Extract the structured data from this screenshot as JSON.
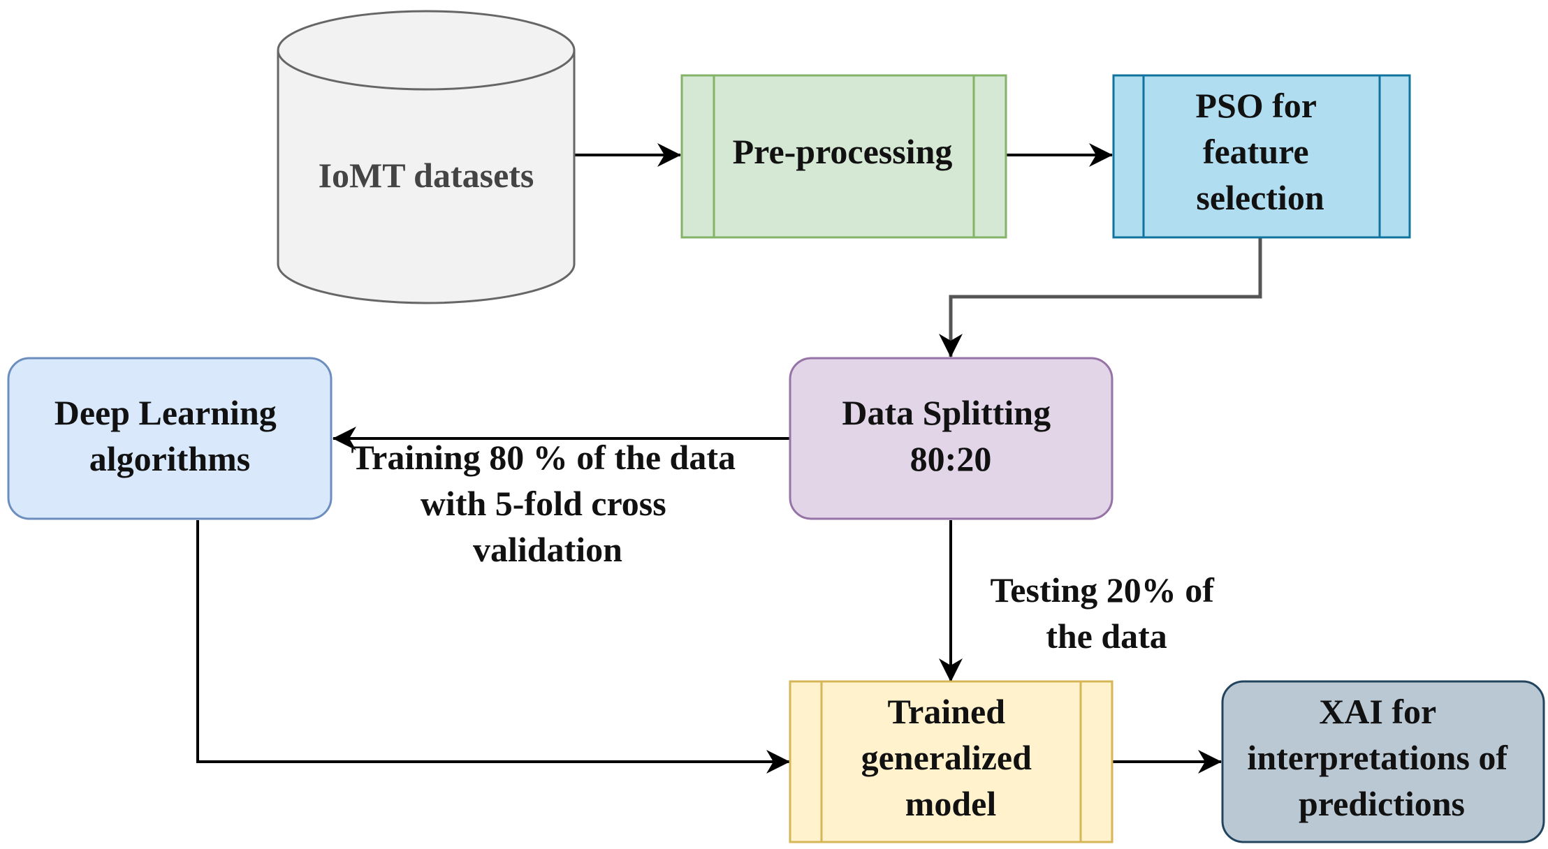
{
  "nodes": {
    "datasets": {
      "label": "IoMT datasets"
    },
    "preprocessing": {
      "label": "Pre-processing"
    },
    "pso": {
      "lines": [
        "PSO for",
        "feature",
        "selection"
      ]
    },
    "splitting": {
      "lines": [
        "Data Splitting",
        "80:20"
      ]
    },
    "deep_learning": {
      "lines": [
        "Deep Learning",
        "algorithms"
      ]
    },
    "trained_model": {
      "lines": [
        "Trained",
        "generalized",
        "model"
      ]
    },
    "xai": {
      "lines": [
        "XAI for",
        "interpretations of",
        "predictions"
      ]
    }
  },
  "edges": {
    "training": {
      "lines": [
        "Training 80 % of the data",
        "with 5-fold cross",
        "validation"
      ]
    },
    "testing": {
      "lines": [
        "Testing 20% of",
        "the data"
      ]
    }
  },
  "colors": {
    "datasets_fill": "#f2f2f2",
    "datasets_stroke": "#666666",
    "preprocessing_fill": "#d5e8d4",
    "preprocessing_stroke": "#82b366",
    "pso_fill": "#b1ddf0",
    "pso_stroke": "#10739e",
    "splitting_fill": "#e1d5e7",
    "splitting_stroke": "#9673a6",
    "deep_learning_fill": "#dae8fc",
    "deep_learning_stroke": "#6c8ebf",
    "trained_model_fill": "#fff2cc",
    "trained_model_stroke": "#d6b656",
    "xai_fill": "#bac8d3",
    "xai_stroke": "#23445d",
    "edge": "#000000",
    "pso_edge": "#555555"
  }
}
